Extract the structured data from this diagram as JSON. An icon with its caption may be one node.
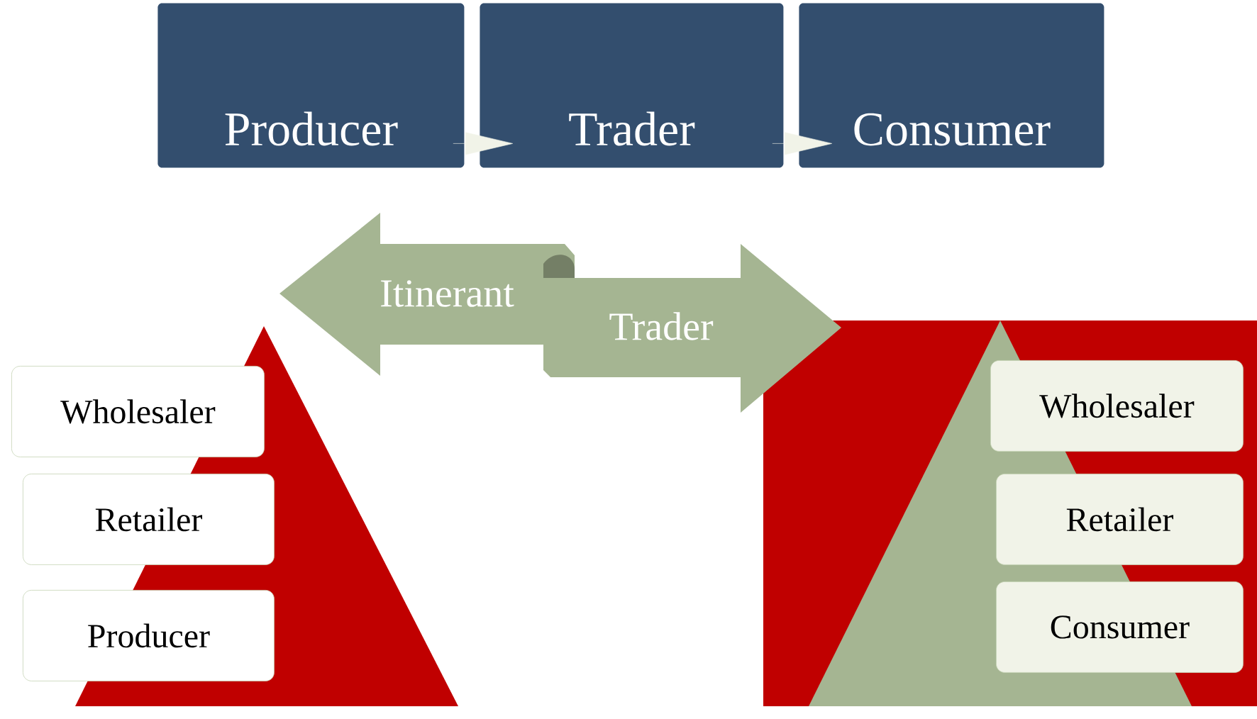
{
  "diagram": {
    "nodes": [
      {
        "text": [
          "Producer"
        ]
      },
      {
        "text": [
          "Trader"
        ]
      },
      {
        "text": [
          "Consumer"
        ]
      },
      {
        "text": [
          "Itinerant"
        ]
      },
      {
        "text": [
          "Trader"
        ]
      },
      {
        "text": [
          "Wholesaler"
        ]
      },
      {
        "text": [
          "Retailer"
        ]
      },
      {
        "text": [
          "Producer"
        ]
      },
      {
        "text": [
          "Wholesaler"
        ]
      },
      {
        "text": [
          "Retailer"
        ]
      },
      {
        "text": [
          "Consumer"
        ]
      }
    ],
    "edges": [
      {
        "from": 0,
        "to": 1,
        "arrow": "to"
      },
      {
        "from": 1,
        "to": 2,
        "arrow": "to"
      }
    ]
  }
}
